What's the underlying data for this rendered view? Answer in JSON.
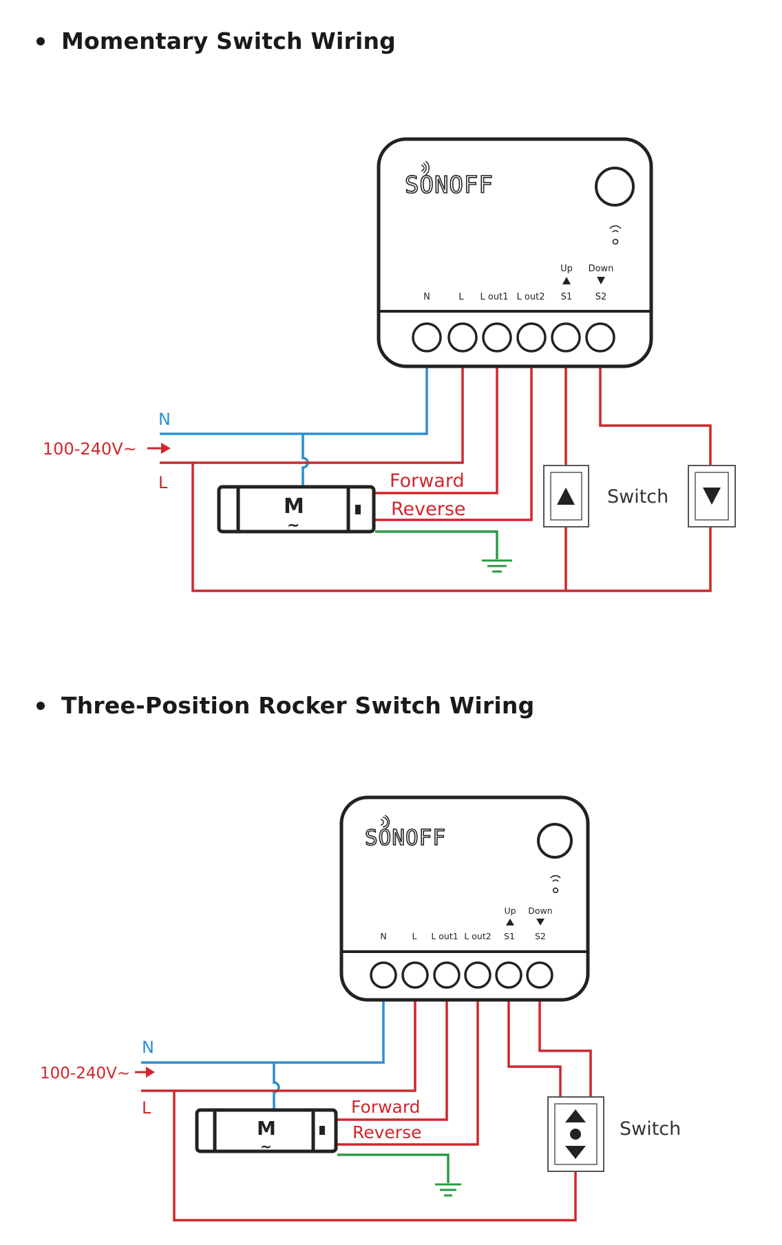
{
  "sections": [
    {
      "title": "Momentary Switch Wiring",
      "brand": "SONOFF",
      "terminals": [
        "N",
        "L",
        "L out1",
        "L out2",
        "S1",
        "S2"
      ],
      "direction_labels": {
        "up": "Up",
        "down": "Down"
      },
      "supply": {
        "neutral": "N",
        "line": "L",
        "voltage": "100-240V~"
      },
      "motor": {
        "symbol": "M",
        "subsymbol": "~"
      },
      "wire_labels": {
        "forward": "Forward",
        "reverse": "Reverse"
      },
      "switch_label": "Switch",
      "switch_type": "two momentary buttons"
    },
    {
      "title": "Three-Position Rocker Switch Wiring",
      "brand": "SONOFF",
      "terminals": [
        "N",
        "L",
        "L out1",
        "L out2",
        "S1",
        "S2"
      ],
      "direction_labels": {
        "up": "Up",
        "down": "Down"
      },
      "supply": {
        "neutral": "N",
        "line": "L",
        "voltage": "100-240V~"
      },
      "motor": {
        "symbol": "M",
        "subsymbol": "~"
      },
      "wire_labels": {
        "forward": "Forward",
        "reverse": "Reverse"
      },
      "switch_label": "Switch",
      "switch_type": "three-position rocker"
    }
  ],
  "colors": {
    "neutral": "#2b8ed0",
    "line": "#d0262b",
    "ground": "#2b9a44",
    "outline": "#222222"
  },
  "icons": [
    "wifi-icon",
    "up-arrow-icon",
    "down-arrow-icon",
    "ground-icon",
    "motor-icon"
  ]
}
